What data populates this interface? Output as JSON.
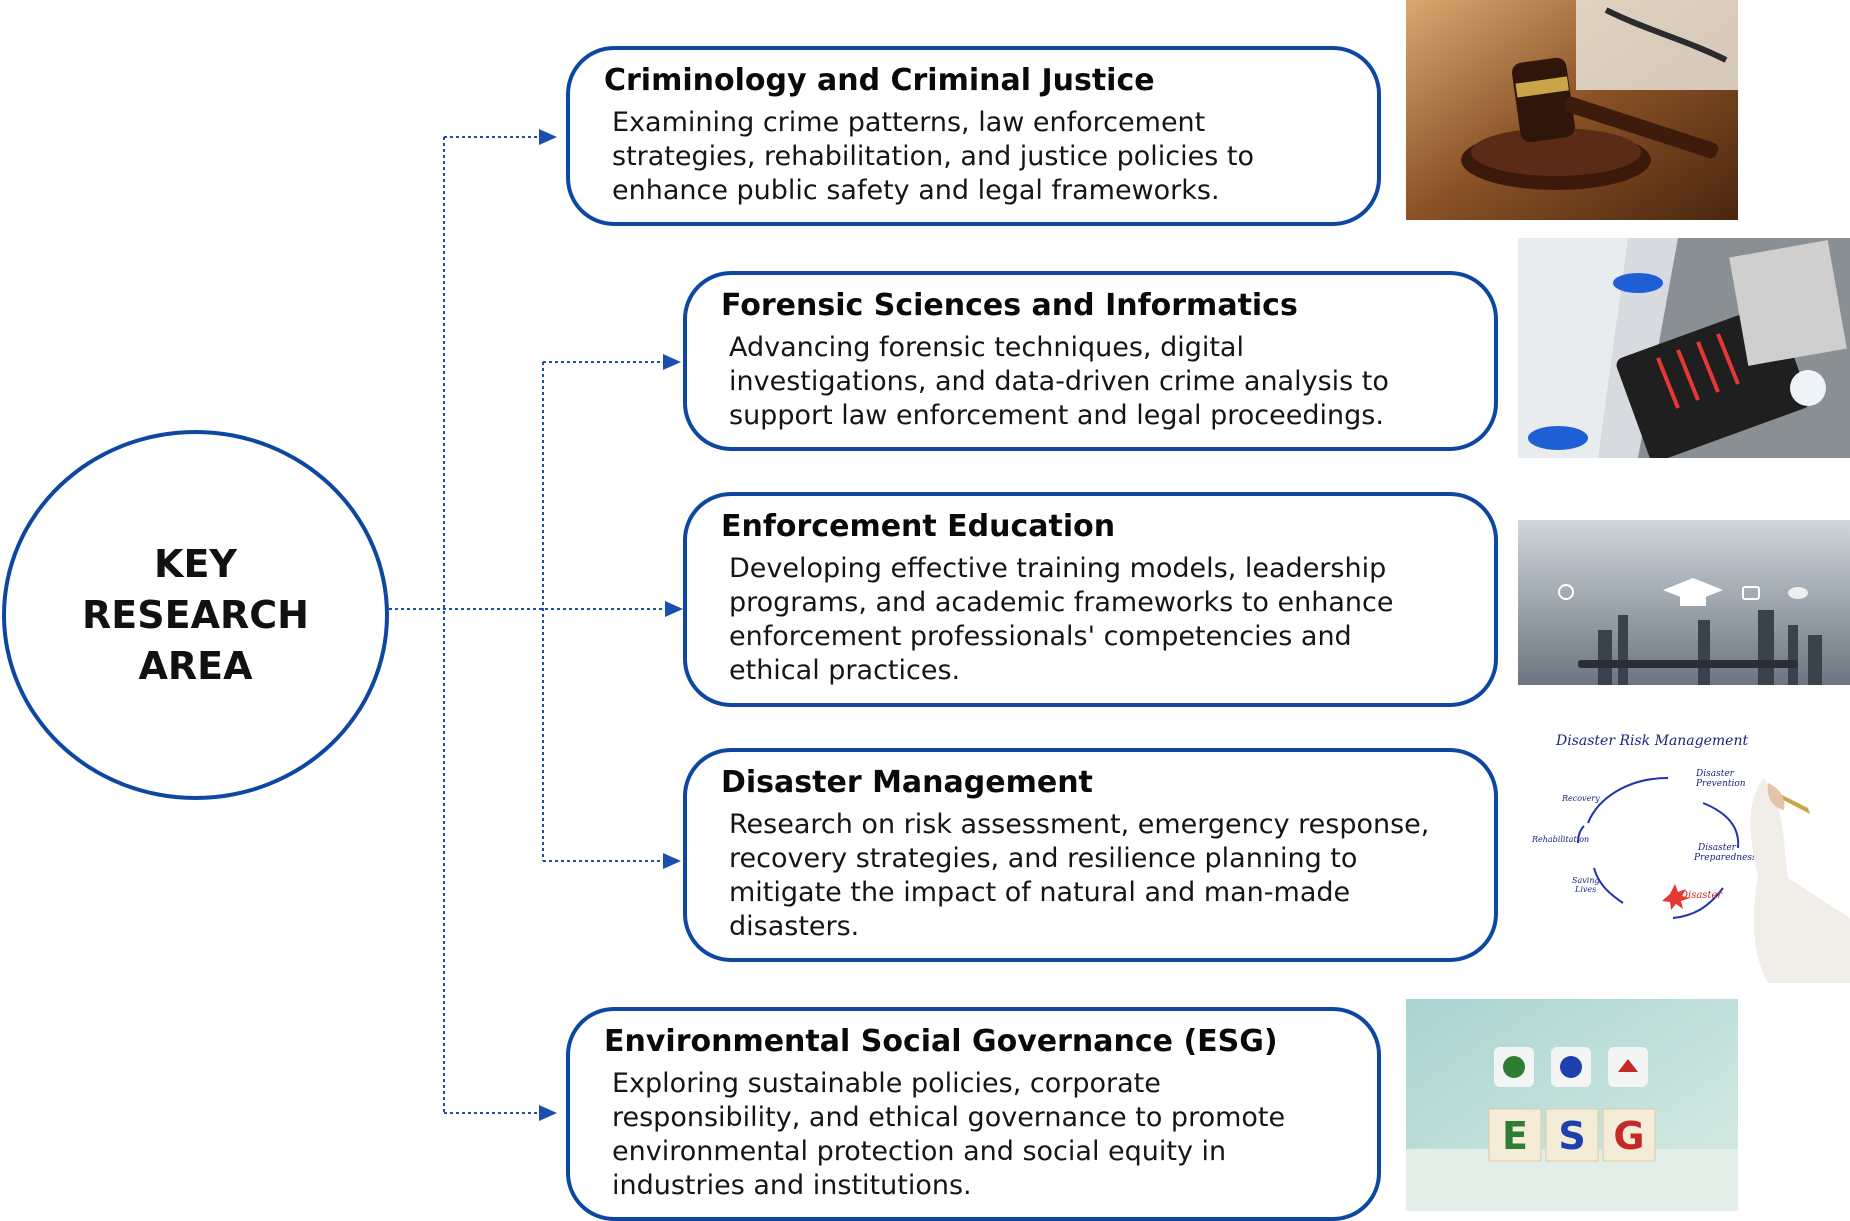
{
  "hub": {
    "title": "KEY\nRESEARCH\nAREA"
  },
  "areas": [
    {
      "title": "Criminology and Criminal Justice",
      "description": "Examining crime patterns, law enforcement\nstrategies, rehabilitation, and justice policies to\nenhance public safety and legal frameworks.",
      "image_icon": "gavel-icon"
    },
    {
      "title": "Forensic Sciences and Informatics",
      "description": "Advancing forensic techniques, digital\ninvestigations, and data-driven crime analysis to\nsupport law enforcement and legal proceedings.",
      "image_icon": "forensic-kit-icon"
    },
    {
      "title": "Enforcement Education",
      "description": "Developing effective training models, leadership\nprograms, and academic frameworks to enhance\nenforcement professionals' competencies and\nethical practices.",
      "image_icon": "graduation-cap-icon"
    },
    {
      "title": "Disaster Management",
      "description": "Research on risk assessment, emergency response,\nrecovery strategies, and resilience planning to\nmitigate the impact of natural and man-made\ndisasters.",
      "image_icon": "disaster-cycle-icon"
    },
    {
      "title": "Environmental Social Governance (ESG)",
      "description": "Exploring sustainable policies, corporate\nresponsibility, and ethical governance to promote\nenvironmental protection and social equity in\nindustries and institutions.",
      "image_icon": "esg-blocks-icon"
    }
  ],
  "disaster_cycle": {
    "title": "Disaster Risk Management",
    "stages": [
      "Disaster Prevention",
      "Disaster Preparedness",
      "Disaster",
      "Saving Lives",
      "Rehabilitation",
      "Recovery"
    ]
  },
  "esg_blocks": {
    "letters": [
      "E",
      "S",
      "G"
    ]
  },
  "colors": {
    "accent": "#0d47a1",
    "connector": "#1a4fb0",
    "esg_e": "#2e7d32",
    "esg_s": "#1e40af",
    "esg_g": "#c62828"
  }
}
